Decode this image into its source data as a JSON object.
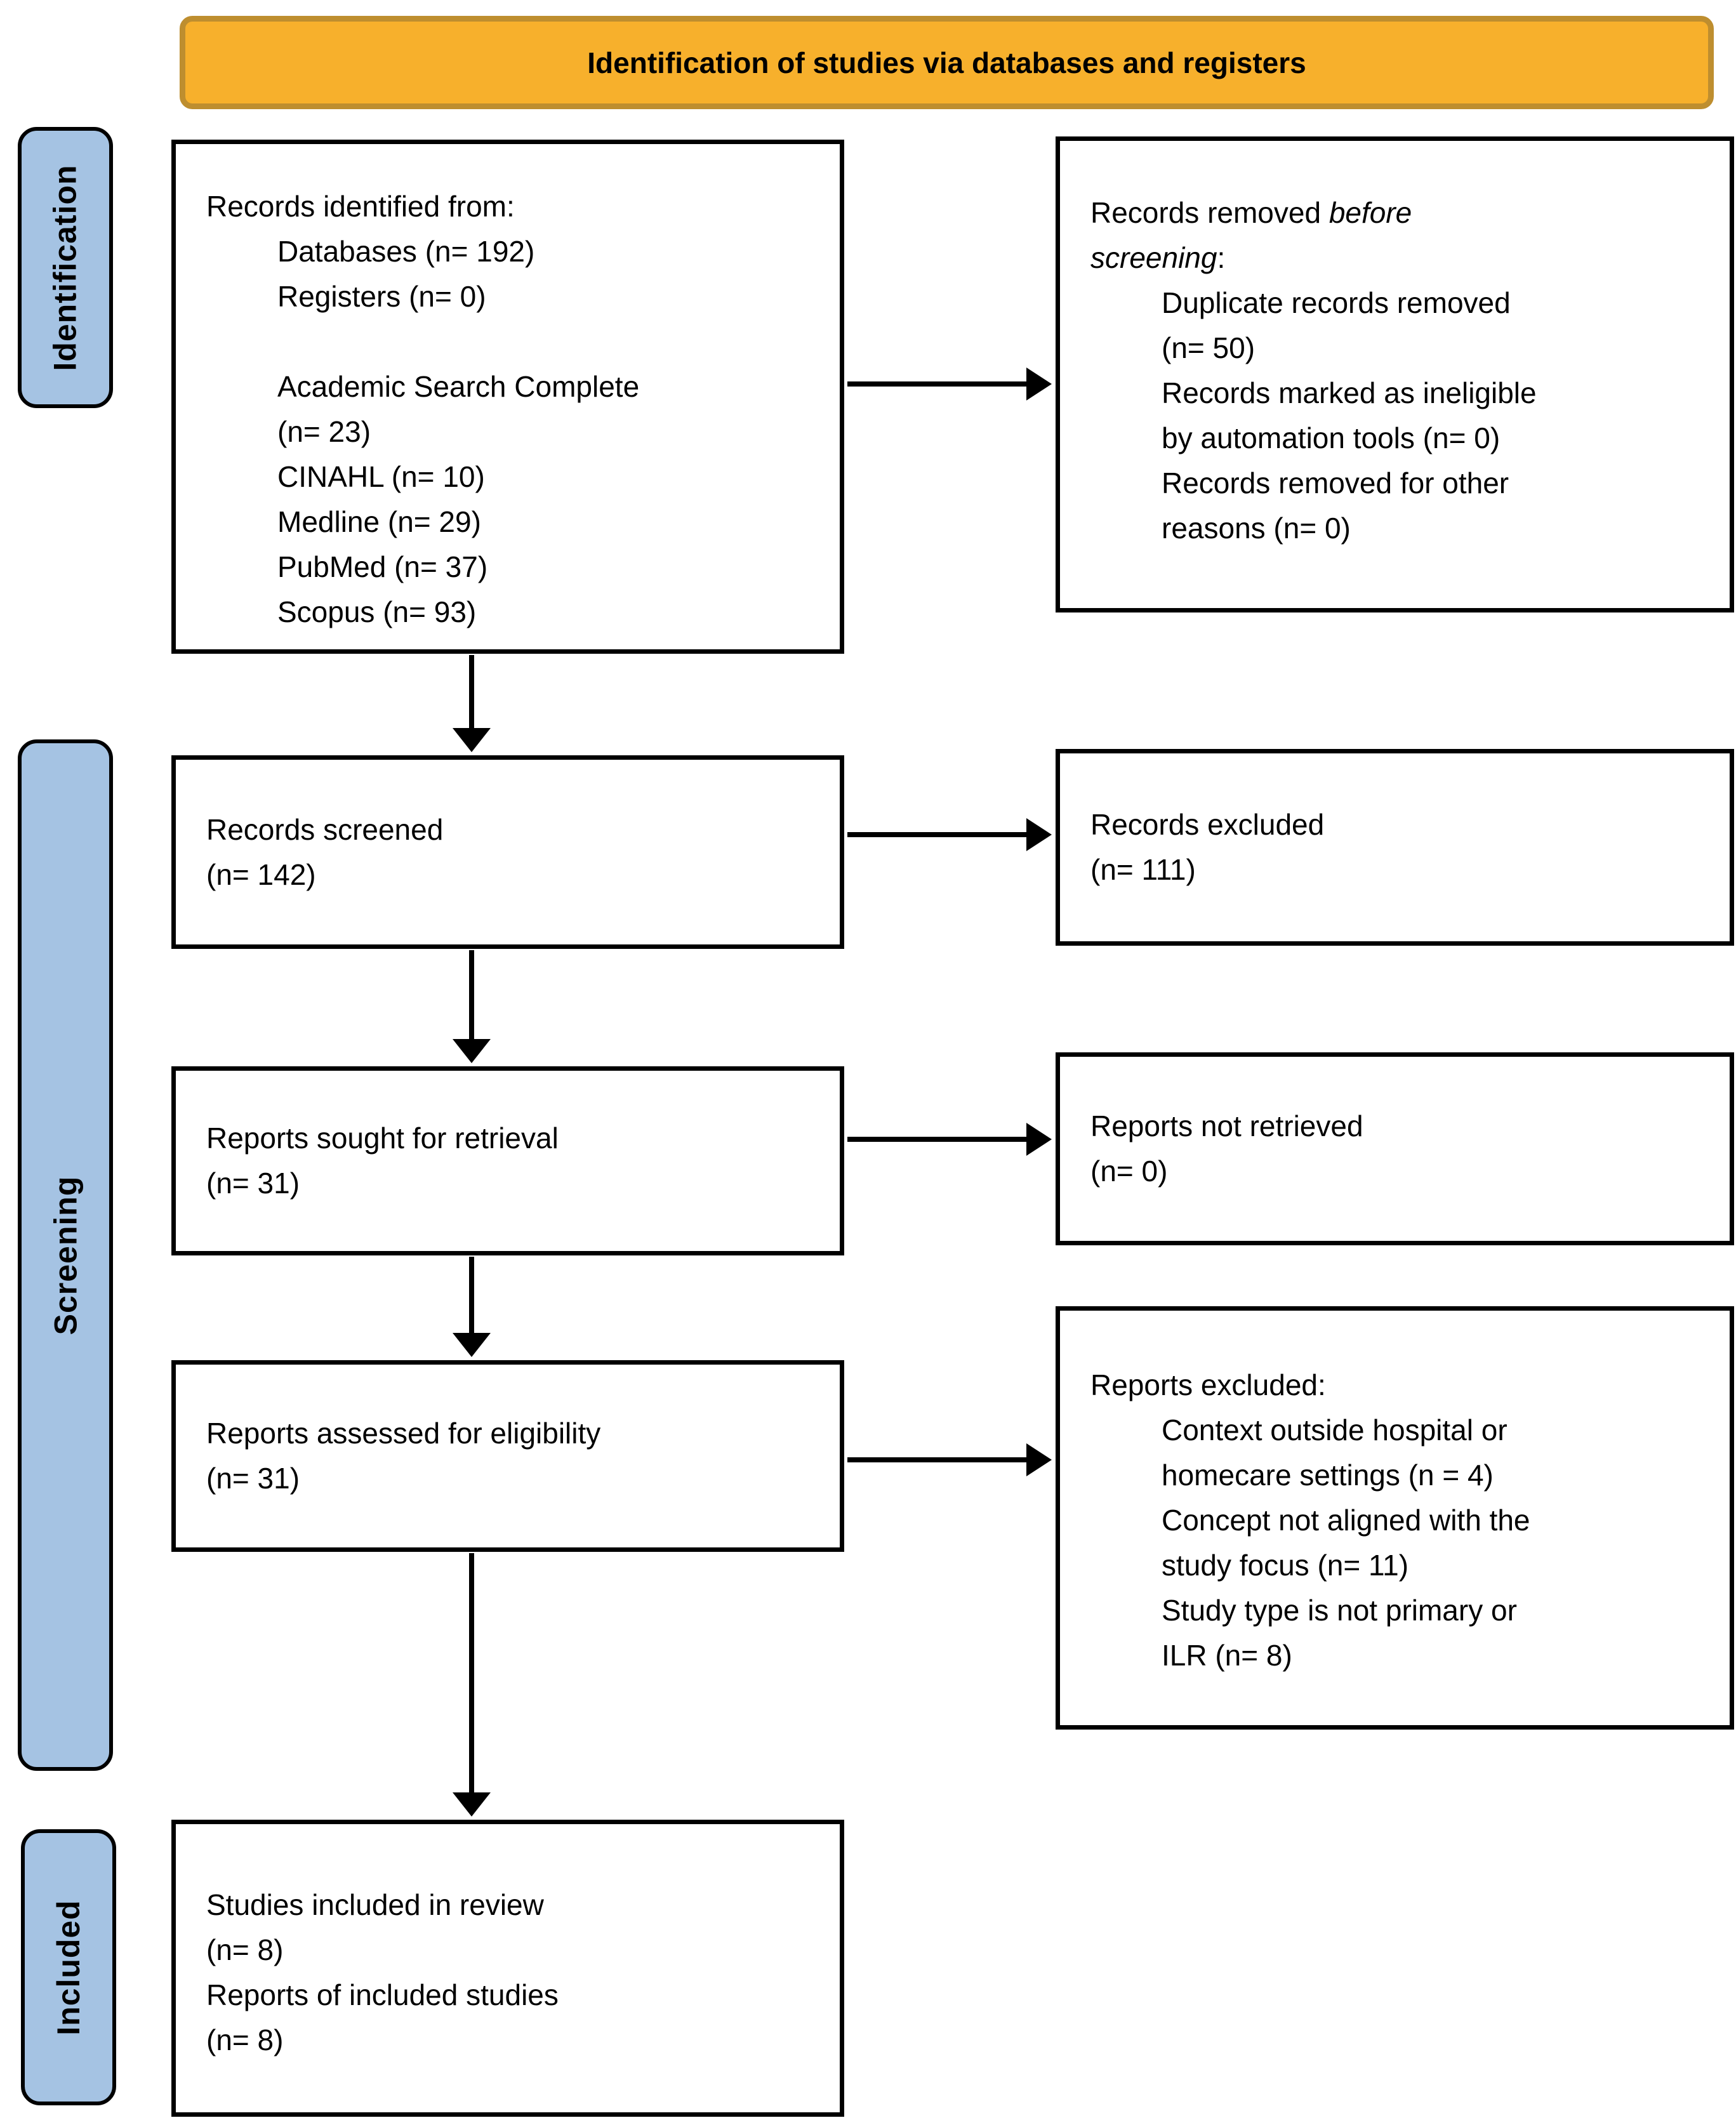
{
  "banner": {
    "title": "Identification of studies via databases and registers"
  },
  "stages": {
    "identification": "Identification",
    "screening": "Screening",
    "included": "Included"
  },
  "boxes": {
    "records_identified": {
      "heading": "Records identified from:",
      "items": [
        "Databases (n= 192)",
        "Registers (n= 0)"
      ],
      "databases": [
        "Academic Search Complete",
        "(n= 23)",
        "CINAHL (n= 10)",
        "Medline (n= 29)",
        "PubMed (n= 37)",
        "Scopus (n= 93)"
      ]
    },
    "records_removed": {
      "heading_normal": "Records removed ",
      "heading_italic_line1": "before",
      "heading_italic_line2": "screening",
      "heading_suffix": ":",
      "items": [
        "Duplicate records removed",
        "(n= 50)",
        "Records marked as ineligible",
        "by automation tools (n= 0)",
        "Records removed for other",
        "reasons (n= 0)"
      ]
    },
    "records_screened": {
      "lines": [
        "Records screened",
        "(n= 142)"
      ]
    },
    "records_excluded": {
      "lines": [
        "Records excluded",
        "(n= 111)"
      ]
    },
    "reports_sought": {
      "lines": [
        "Reports sought for retrieval",
        "(n= 31)"
      ]
    },
    "reports_not_retrieved": {
      "lines": [
        "Reports not retrieved",
        "(n= 0)"
      ]
    },
    "reports_assessed": {
      "lines": [
        "Reports assessed for eligibility",
        "(n= 31)"
      ]
    },
    "reports_excluded": {
      "heading": "Reports excluded:",
      "items": [
        "Context outside hospital or",
        "homecare settings (n = 4)",
        "Concept not aligned with the",
        "study focus (n= 11)",
        "Study type is not primary or",
        "ILR (n= 8)"
      ]
    },
    "studies_included": {
      "lines": [
        "Studies included in review",
        "(n= 8)",
        "Reports of included studies",
        "(n= 8)"
      ]
    }
  },
  "colors": {
    "banner_fill": "#F7B02C",
    "banner_border": "#BE8E2F",
    "stage_fill": "#A5C3E3",
    "line": "#000000"
  }
}
